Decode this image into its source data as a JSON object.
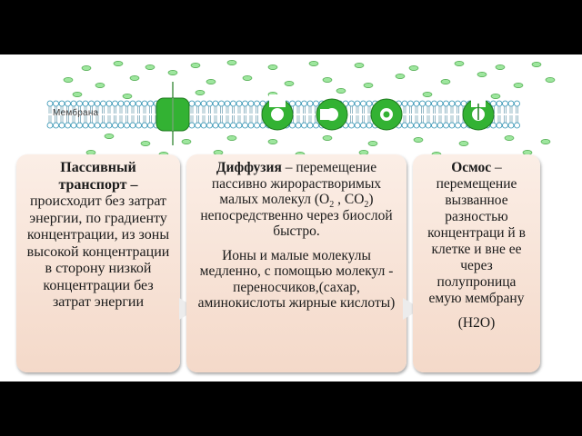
{
  "membrane": {
    "label": "Мембрана"
  },
  "cards": {
    "passive": {
      "term": "Пассивный транспорт –",
      "lines": "происходит без затрат энергии, по градиенту концентрации, из зоны высокой концентрации в сторону низкой концентрации без затрат энергии"
    },
    "diffusion": {
      "term": "Диффузия",
      "dash": " –",
      "text_a": "перемещение пассивно жирорастворимых малых молекул (O",
      "sub_a": "2",
      "sep": " , ",
      "text_b": "CO",
      "sub_b": "2",
      "text_c": ") непосредственно через биослой быстро.",
      "para2": "Ионы  и малые молекулы медленно, с помощью молекул - переносчиков,(сахар, аминокислоты жирные кислоты)"
    },
    "osmosis": {
      "term": "Осмос",
      "dash": " –",
      "text": "перемещение вызванное разностью концентраци й в клетке и вне ее через полупроница емую мембрану",
      "formula": "(H2O)"
    }
  },
  "colors": {
    "card_bg": "#f4d9c9",
    "channel_green": "#33b233",
    "molecule_fill": "#9ee69e",
    "lipid_head": "#ffffff",
    "lipid_outline": "#2a8fb0"
  }
}
